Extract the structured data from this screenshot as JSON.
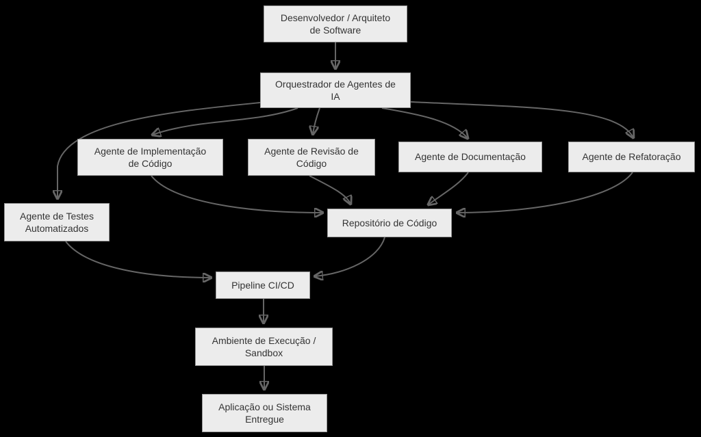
{
  "diagram": {
    "type": "flowchart",
    "direction": "top-down",
    "colors": {
      "background": "#000000",
      "node_fill": "#ececec",
      "node_border": "#999999",
      "edge": "#666666",
      "text": "#333333"
    },
    "nodes": {
      "dev": {
        "label": "Desenvolvedor / Arquiteto\nde Software"
      },
      "orq": {
        "label": "Orquestrador de Agentes de\nIA"
      },
      "impl": {
        "label": "Agente de Implementação\nde Código"
      },
      "rev": {
        "label": "Agente de Revisão de\nCódigo"
      },
      "doc": {
        "label": "Agente de Documentação"
      },
      "refat": {
        "label": "Agente de Refatoração"
      },
      "testes": {
        "label": "Agente de Testes\nAutomatizados"
      },
      "repo": {
        "label": "Repositório de Código"
      },
      "pipeline": {
        "label": "Pipeline CI/CD"
      },
      "amb": {
        "label": "Ambiente de Execução /\nSandbox"
      },
      "aplic": {
        "label": "Aplicação ou Sistema\nEntregue"
      }
    },
    "edges": [
      {
        "from": "dev",
        "to": "orq"
      },
      {
        "from": "orq",
        "to": "impl"
      },
      {
        "from": "orq",
        "to": "rev"
      },
      {
        "from": "orq",
        "to": "doc"
      },
      {
        "from": "orq",
        "to": "refat"
      },
      {
        "from": "orq",
        "to": "testes"
      },
      {
        "from": "impl",
        "to": "repo"
      },
      {
        "from": "rev",
        "to": "repo"
      },
      {
        "from": "doc",
        "to": "repo"
      },
      {
        "from": "refat",
        "to": "repo"
      },
      {
        "from": "testes",
        "to": "pipeline"
      },
      {
        "from": "repo",
        "to": "pipeline"
      },
      {
        "from": "pipeline",
        "to": "amb"
      },
      {
        "from": "amb",
        "to": "aplic"
      }
    ]
  }
}
